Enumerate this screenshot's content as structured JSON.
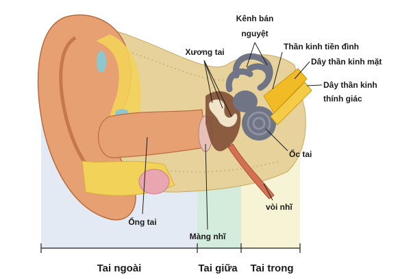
{
  "labels": {
    "kenh_ban_nguyet_1": "Kênh bán",
    "kenh_ban_nguyet_2": "nguyệt",
    "xuong_tai": "Xương tai",
    "than_kinh_tien_dinh": "Thần kinh tiền đình",
    "day_than_kinh_mat": "Dây thần kinh mặt",
    "day_than_kinh_thinh_giac_1": "Dây thần kinh",
    "day_than_kinh_thinh_giac_2": "thính giác",
    "oc_tai": "Ốc tai",
    "voi_nhi": "vòi nhĩ",
    "ong_tai": "Ống tai",
    "mang_nhi": "Màng nhĩ"
  },
  "sections": {
    "tai_ngoai": "Tai ngoài",
    "tai_giua": "Tai giữa",
    "tai_trong": "Tai trong"
  },
  "colors": {
    "outer_region": "#e4eaf4",
    "middle_region": "#d3ecdc",
    "inner_region": "#f7f4d6",
    "skin": "#e6a071",
    "skin_dark": "#c7784a",
    "cartilage": "#f3d25a",
    "bone": "#e6d29a",
    "cochlea": "#6f7585",
    "nerve": "#f0bb24",
    "eardrum": "#e7c0b8"
  }
}
